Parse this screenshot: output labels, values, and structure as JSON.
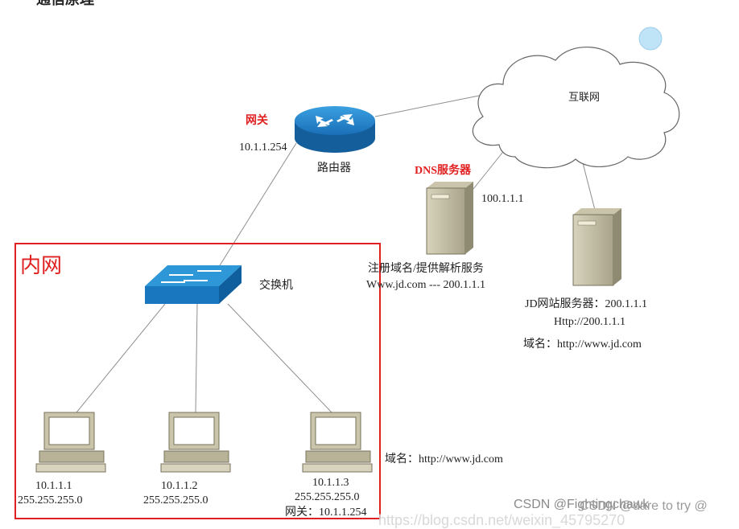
{
  "header_fragment": "通信原理",
  "internet": {
    "label": "互联网"
  },
  "router": {
    "label": "路由器",
    "gateway_label": "网关",
    "gateway_ip": "10.1.1.254"
  },
  "dns": {
    "title": "DNS服务器",
    "ip": "100.1.1.1",
    "desc": "注册域名/提供解析服务",
    "mapping": "Www.jd.com --- 200.1.1.1"
  },
  "jd_server": {
    "title": "JD网站服务器：200.1.1.1",
    "url": "Http://200.1.1.1",
    "domain": "域名：http://www.jd.com"
  },
  "intranet": {
    "title": "内网",
    "switch_label": "交换机",
    "pcs": [
      {
        "ip": "10.1.1.1",
        "mask": "255.255.255.0"
      },
      {
        "ip": "10.1.1.2",
        "mask": "255.255.255.0"
      },
      {
        "ip": "10.1.1.3",
        "mask": "255.255.255.0",
        "gateway": "网关：10.1.1.254"
      }
    ],
    "pc3_domain": "域名：http://www.jd.com"
  },
  "watermark": {
    "csdn1": "CSDN @Fightingchawk",
    "csdn2": "CSDN @dare to try @",
    "blog": "https://blog.csdn.net/weixin_45795270"
  }
}
